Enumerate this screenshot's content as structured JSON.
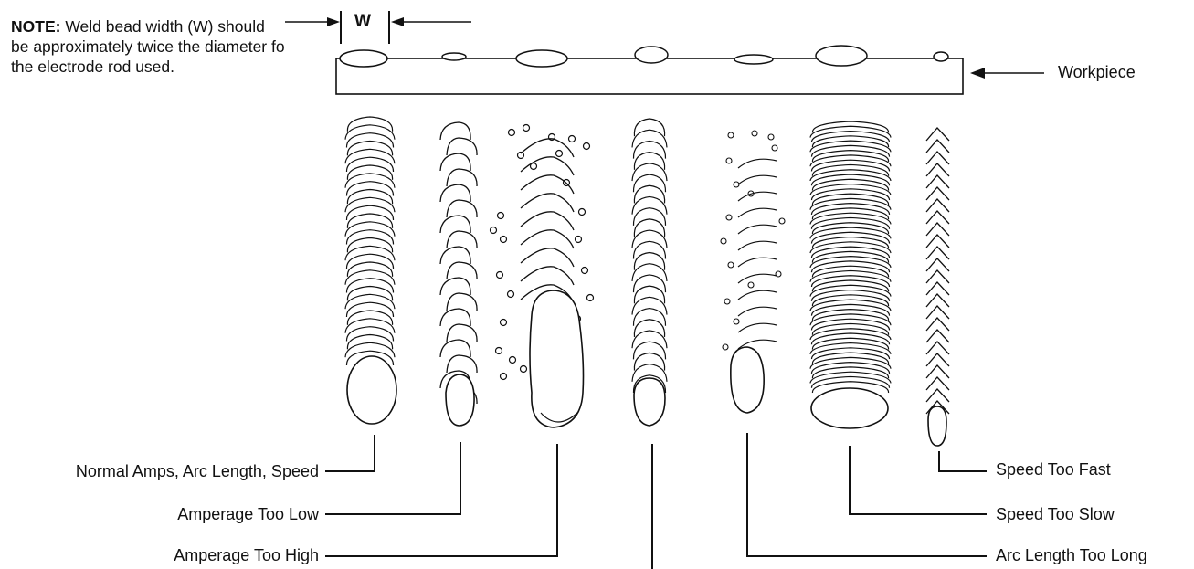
{
  "note": {
    "bold": "NOTE:",
    "text": " Weld bead width (W) should be approximately twice the diameter fo the electrode rod used."
  },
  "width_marker": "W",
  "workpiece_label": "Workpiece",
  "beads": [
    {
      "label": "Normal Amps, Arc Length, Speed",
      "style": "normal"
    },
    {
      "label": "Amperage Too Low",
      "style": "low_amp"
    },
    {
      "label": "Amperage Too High",
      "style": "high_amp"
    },
    {
      "label": "",
      "style": "normal_narrow"
    },
    {
      "label": "Arc Length Too Long",
      "style": "long_arc"
    },
    {
      "label": "Speed Too Slow",
      "style": "slow"
    },
    {
      "label": "Speed Too Fast",
      "style": "fast"
    }
  ]
}
